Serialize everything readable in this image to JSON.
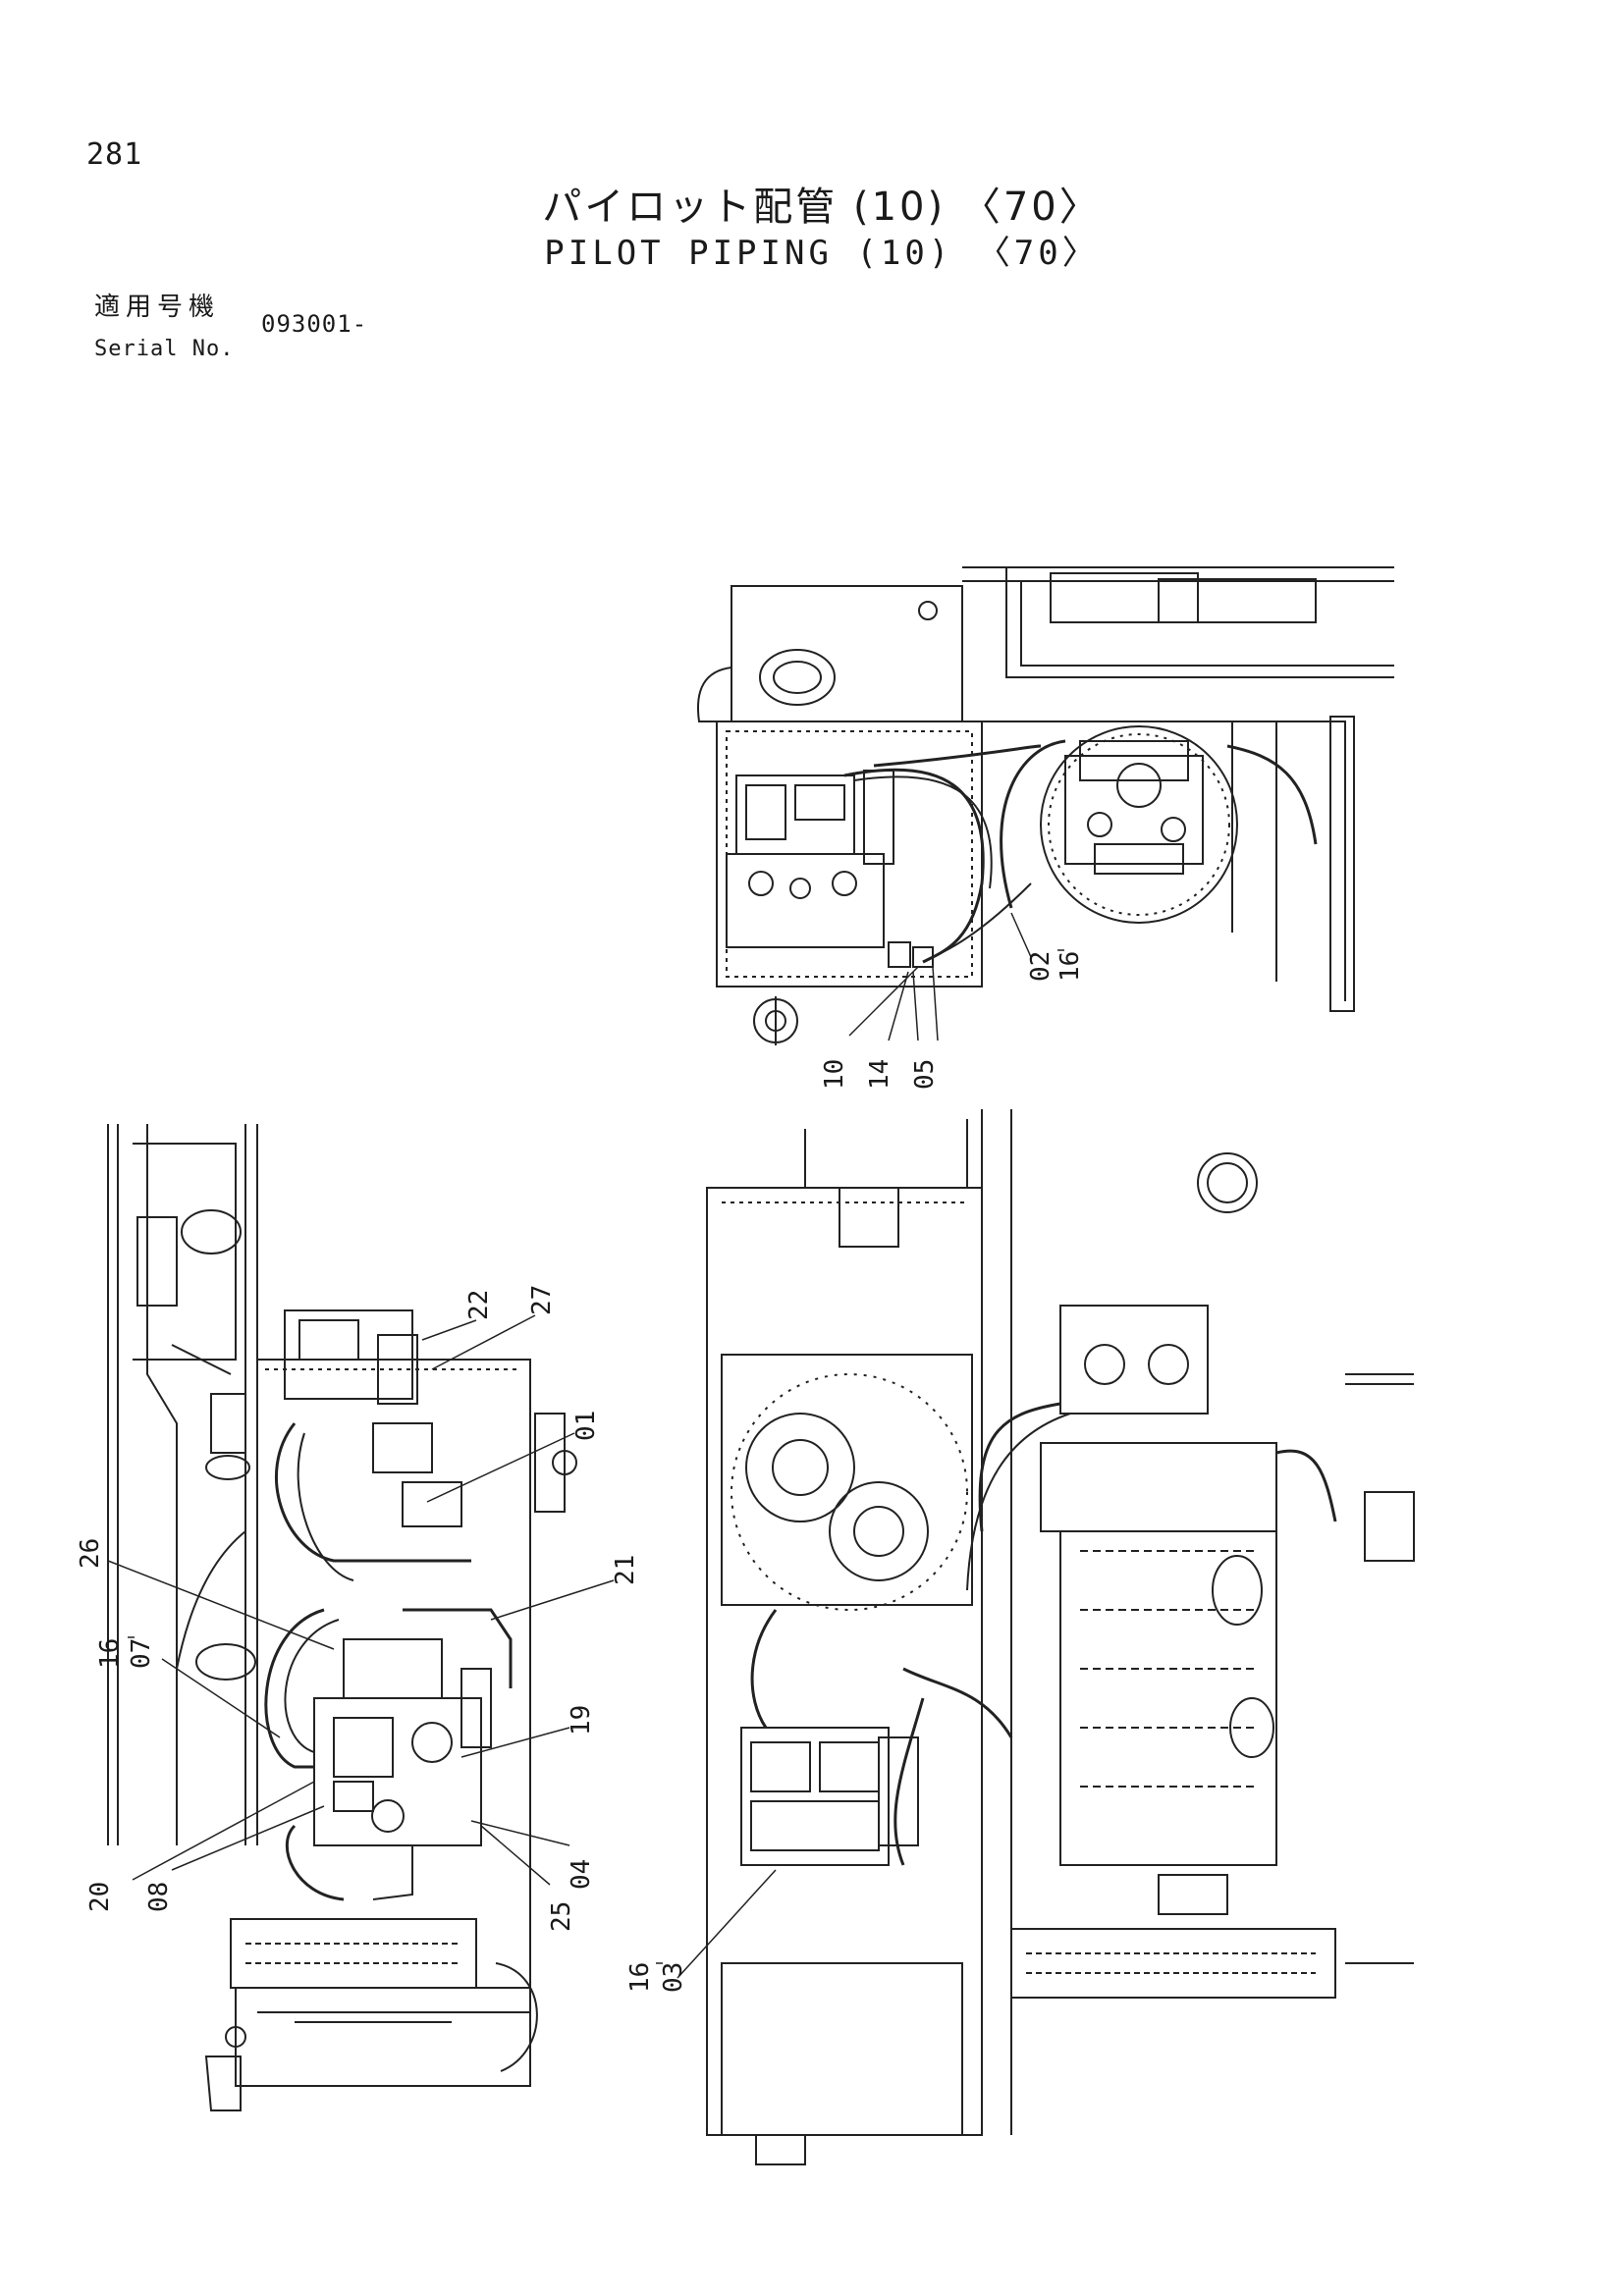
{
  "header": {
    "page_number": "281",
    "title_jp": "パイロット配管 (10) 〈70〉",
    "title_en": "PILOT PIPING (10) 〈70〉",
    "serial_label_jp": "適用号機",
    "serial_label_en": "Serial No.",
    "serial_value": "093001-"
  },
  "callouts": {
    "top_view": [
      "02",
      "16",
      "10",
      "14",
      "05"
    ],
    "left_view": [
      "22",
      "27",
      "01",
      "21",
      "26",
      "16",
      "07",
      "19",
      "04",
      "25",
      "20",
      "08"
    ],
    "bottom_view": [
      "16",
      "03"
    ]
  }
}
